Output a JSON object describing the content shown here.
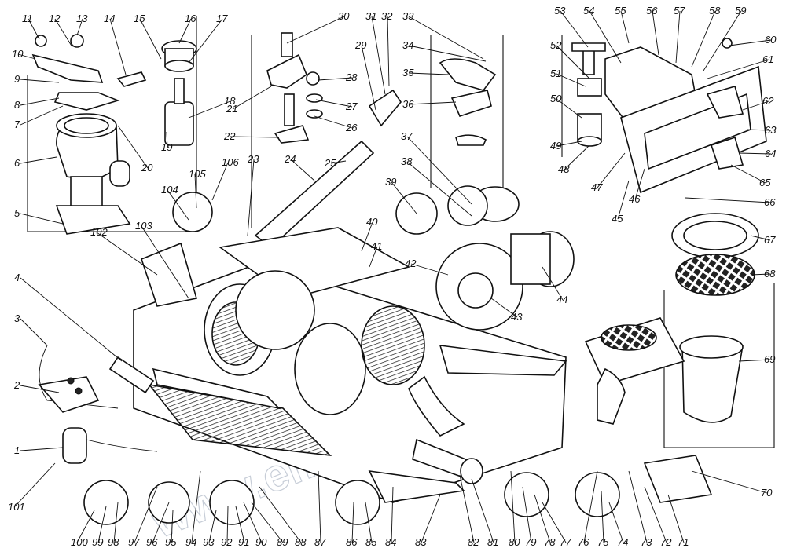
{
  "diagram": {
    "watermark": "www.emirkoltoo.kz",
    "labels": [
      "1",
      "2",
      "3",
      "4",
      "5",
      "6",
      "7",
      "8",
      "9",
      "10",
      "11",
      "12",
      "13",
      "14",
      "15",
      "16",
      "17",
      "18",
      "19",
      "20",
      "21",
      "22",
      "23",
      "24",
      "25",
      "26",
      "27",
      "28",
      "29",
      "30",
      "31",
      "32",
      "33",
      "34",
      "35",
      "36",
      "37",
      "38",
      "39",
      "40",
      "41",
      "42",
      "43",
      "44",
      "45",
      "46",
      "47",
      "48",
      "49",
      "50",
      "51",
      "52",
      "53",
      "54",
      "55",
      "56",
      "57",
      "58",
      "59",
      "60",
      "61",
      "62",
      "63",
      "64",
      "65",
      "66",
      "67",
      "68",
      "69",
      "70",
      "71",
      "72",
      "73",
      "74",
      "75",
      "76",
      "77",
      "78",
      "79",
      "80",
      "81",
      "82",
      "83",
      "84",
      "85",
      "86",
      "87",
      "88",
      "89",
      "90",
      "91",
      "92",
      "93",
      "94",
      "95",
      "96",
      "97",
      "98",
      "99",
      "100",
      "101",
      "102",
      "103",
      "104",
      "105",
      "106"
    ],
    "colors": {
      "ink": "#111111",
      "paper": "#ffffff",
      "watermark": "#9aa6b8"
    }
  }
}
